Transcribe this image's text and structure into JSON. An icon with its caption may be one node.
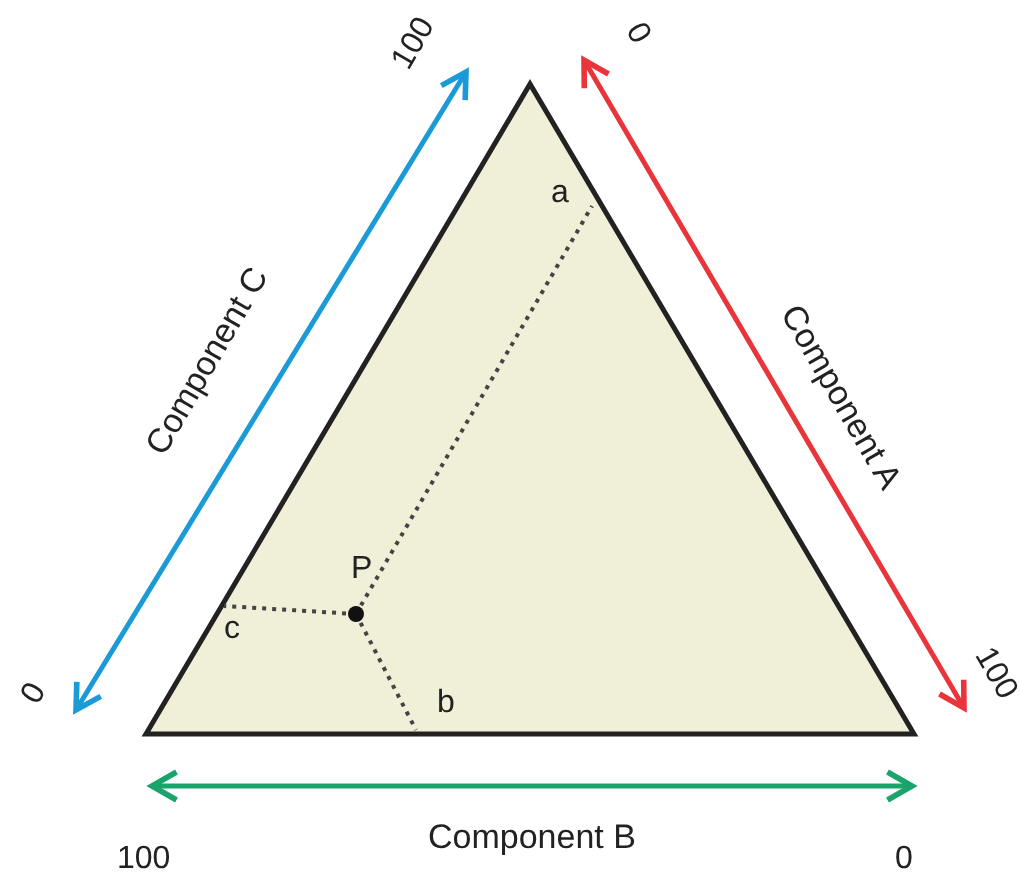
{
  "diagram": {
    "labels": [
      "100",
      "0",
      "a",
      "Component C",
      "Component A",
      "P",
      "c",
      "0",
      "b",
      "100",
      "Component B",
      "100",
      "0"
    ]
  }
}
